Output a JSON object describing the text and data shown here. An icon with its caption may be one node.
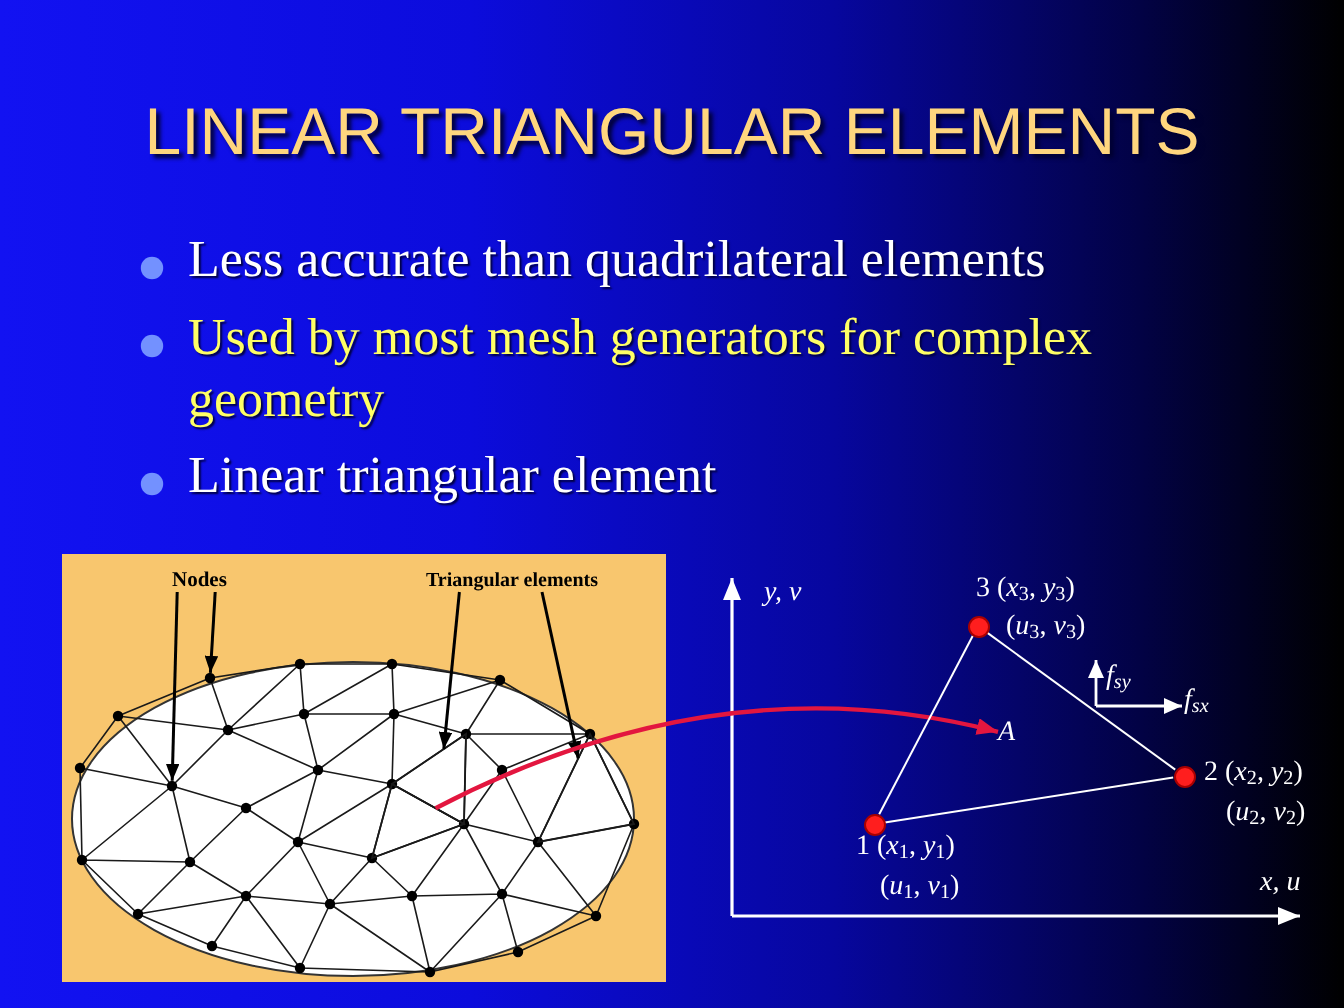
{
  "diagram": {
    "title": "LINEAR TRIANGULAR ELEMENTS",
    "nodes": [
      {
        "text": [],
        "shape": "picture"
      },
      {
        "text": [
          "Nodes"
        ],
        "in": 0
      },
      {
        "text": [
          "Triangular elements"
        ],
        "in": 0
      },
      {
        "text": [],
        "shape": "circle",
        "in": 0
      },
      {
        "text": [],
        "shape": "circle",
        "in": 0
      },
      {
        "text": [],
        "shape": "triangle",
        "in": 0
      },
      {
        "text": [],
        "shape": "triangle",
        "in": 0
      },
      {
        "text": [],
        "shape": "triangle",
        "in": 0
      },
      {
        "text": [],
        "shape": "circle",
        "beside": [
          "3 (*x*$_{3}$, *y*$_{3}$)",
          "(*u*$_{3}$, *v*$_{3}$)"
        ]
      },
      {
        "text": [
          "A"
        ]
      },
      {
        "text": [],
        "shape": "circle",
        "beside": [
          "2 (*x*$_{2}$, *y*$_{2}$)",
          "(*u*$_{2}$, *v*$_{2}$)"
        ]
      },
      {
        "text": [],
        "shape": "circle",
        "beside": [
          "1 (*x*$_{1}$, *y*$_{1}$)",
          "(*u*$_{1}$, *v*$_{1}$)"
        ]
      }
    ],
    "edges": [
      {
        "from": 1,
        "to": 4,
        "arrow": "to"
      },
      {
        "from": 1,
        "to": 3,
        "arrow": "to"
      },
      {
        "from": 2,
        "to": 5,
        "arrow": "to"
      },
      {
        "from": 2,
        "to": 6,
        "arrow": "to"
      },
      {
        "from": 7,
        "to": 9,
        "arrow": "to",
        "color": "#e3163f"
      },
      {
        "from": 11,
        "to": 10,
        "arrow": "none",
        "color": "#ffffff"
      },
      {
        "from": 10,
        "to": 8,
        "arrow": "none",
        "color": "#ffffff"
      },
      {
        "from": 8,
        "to": 11,
        "arrow": "none",
        "color": "#ffffff"
      }
    ],
    "labels": [
      "Less accurate than quadrilateral elements",
      "Used by most mesh generators for complex geometry",
      "Linear triangular element",
      "y, v",
      "f$_{sy}$",
      "f$_{sx}$",
      "x, u"
    ]
  }
}
